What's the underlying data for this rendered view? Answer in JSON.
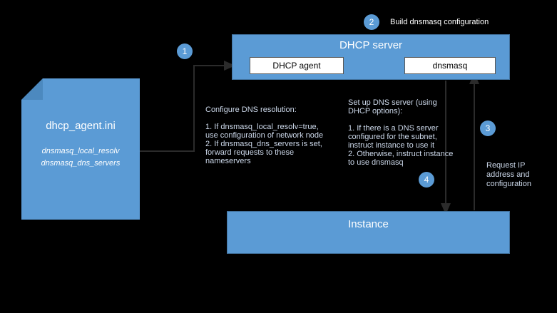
{
  "colors": {
    "background": "#000000",
    "box_fill": "#5b9bd5",
    "box_border": "#41719c",
    "component_fill": "#ffffff",
    "arrow": "#2b2b2b"
  },
  "config_file": {
    "title": "dhcp_agent.ini",
    "options": [
      "dnsmasq_local_resolv",
      "dnsmasq_dns_servers"
    ]
  },
  "dhcp_server": {
    "title": "DHCP server",
    "components": [
      {
        "label": "DHCP agent"
      },
      {
        "label": "dnsmasq"
      }
    ]
  },
  "instance": {
    "title": "Instance"
  },
  "steps": [
    {
      "number": "1"
    },
    {
      "number": "2"
    },
    {
      "number": "3"
    },
    {
      "number": "4"
    }
  ],
  "annotations": {
    "build_config": "Build dnsmasq configuration",
    "configure_dns": "Configure DNS resolution:\n\n1. If dnsmasq_local_resolv=true,\nuse configuration of network node\n2. If dnsmasq_dns_servers is set,\nforward requests to these\nnameservers",
    "setup_dns": "Set up DNS server (using\nDHCP options):\n\n1. If there is a DNS server\nconfigured for the subnet,\ninstruct instance to use it\n2. Otherwise, instruct instance\nto use dnsmasq",
    "request_ip": "Request IP\naddress and\nconfiguration"
  }
}
